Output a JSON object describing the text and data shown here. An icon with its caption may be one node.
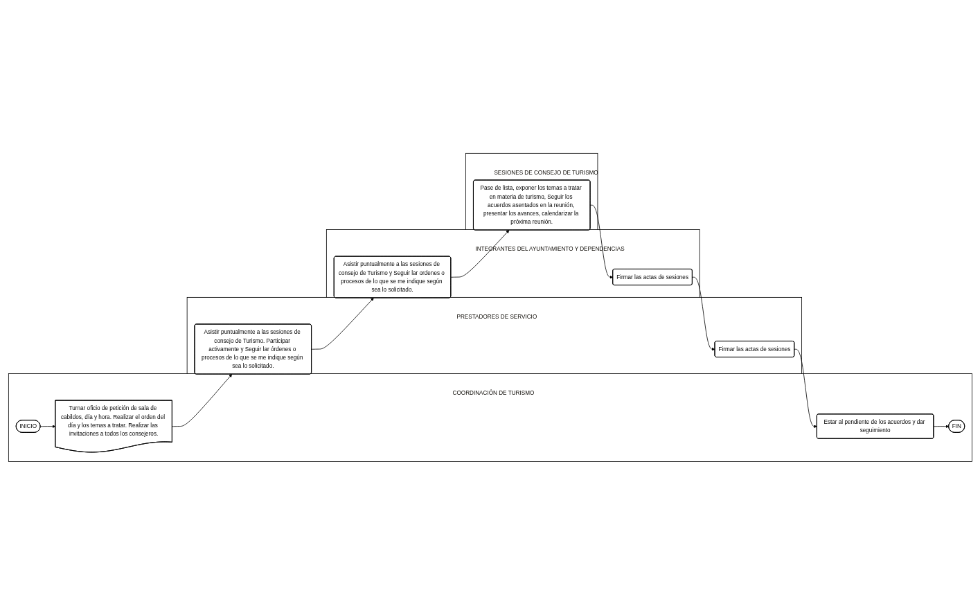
{
  "diagram": {
    "nodes": [
      {
        "text": [
          "COORDINACIÓN DE TURISMO"
        ]
      },
      {
        "text": [
          "PRESTADORES DE SERVICIO"
        ]
      },
      {
        "text": [
          "INTEGRANTES DEL AYUNTAMIENTO Y DEPENDENCIAS"
        ]
      },
      {
        "text": [
          "SESIONES DE CONSEJO DE TURISMO"
        ]
      },
      {
        "text": [
          "INICIO"
        ],
        "in": 0
      },
      {
        "text": [
          "Turnar oficio de petición de sala de cabildos, día y hora. Realizar el orden del día y los temas a tratar. Realizar las invitaciones a todos los consejeros."
        ],
        "in": 0
      },
      {
        "text": [
          "Asistir puntualmente a las sesiones de consejo de Turismo. Participar activamente y Seguir lar órdenes o procesos de lo que se me indique según sea lo solicitado."
        ],
        "in": 1
      },
      {
        "text": [
          "Asistir puntualmente a las sesiones de consejo de Turismo y Seguir lar ordenes o procesos de lo que se me indique según sea lo solicitado."
        ],
        "in": 2
      },
      {
        "text": [
          "Pase de lista, exponer los temas a tratar en materia de turismo, Seguir los acuerdos asentados en la reunión, presentar los avances, calendarizar la próxima reunión."
        ],
        "in": 3
      },
      {
        "text": [
          "Firmar las actas de sesiones"
        ],
        "in": 2
      },
      {
        "text": [
          "Firmar las actas de sesiones"
        ],
        "in": 1
      },
      {
        "text": [
          "Estar al pendiente de los acuerdos y dar seguimiento"
        ],
        "in": 0
      },
      {
        "text": [
          "FIN"
        ],
        "in": 0
      }
    ],
    "edges": [
      {
        "from": 4,
        "to": 5,
        "arrow": "to"
      },
      {
        "from": 5,
        "to": 6,
        "arrow": "to"
      },
      {
        "from": 6,
        "to": 7,
        "arrow": "to"
      },
      {
        "from": 7,
        "to": 8,
        "arrow": "to"
      },
      {
        "from": 8,
        "to": 9,
        "arrow": "to"
      },
      {
        "from": 9,
        "to": 10,
        "arrow": "to"
      },
      {
        "from": 10,
        "to": 11,
        "arrow": "to"
      },
      {
        "from": 11,
        "to": 12,
        "arrow": "to"
      }
    ]
  }
}
